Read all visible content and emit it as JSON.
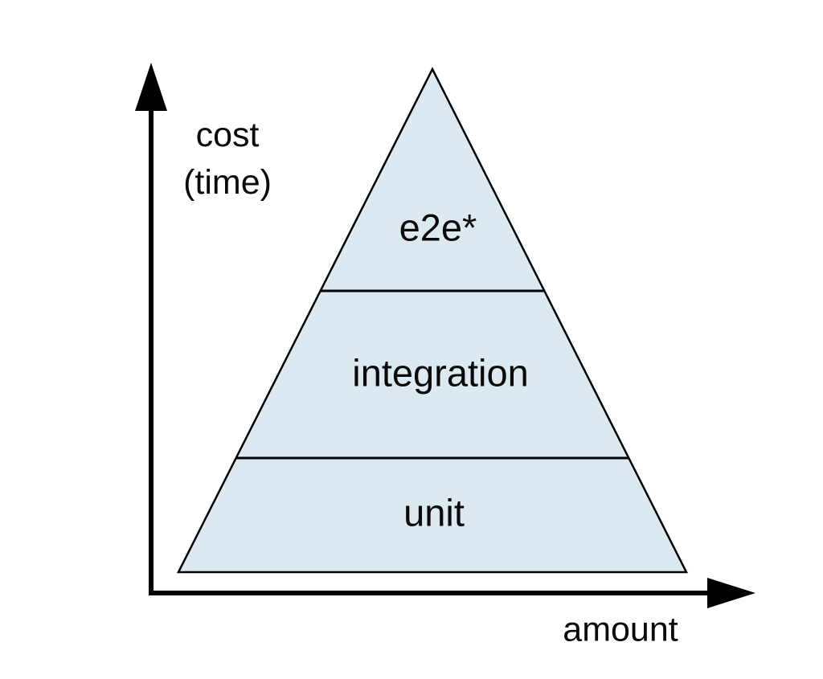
{
  "axes": {
    "y_label": [
      "cost",
      "(time)"
    ],
    "x_label": "amount"
  },
  "pyramid": {
    "type": "layered-triangle",
    "layers": [
      {
        "label": "e2e*",
        "position": "top"
      },
      {
        "label": "integration",
        "position": "middle"
      },
      {
        "label": "unit",
        "position": "bottom"
      }
    ]
  },
  "colors": {
    "pyramid_fill": "#dce9f0",
    "line": "#000000",
    "background": "#ffffff"
  }
}
